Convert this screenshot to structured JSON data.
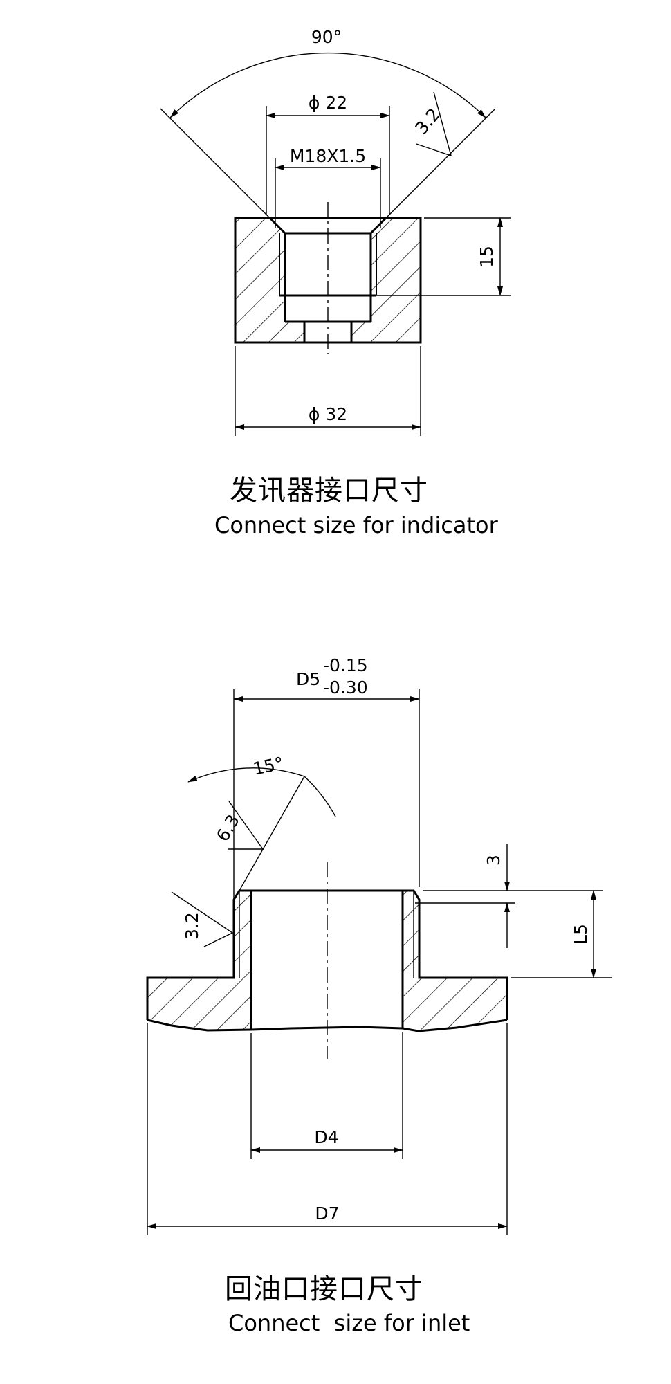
{
  "indicator": {
    "angle": "90°",
    "outer_chamfer_dia": "ϕ 22",
    "thread": "M18X1.5",
    "roughness": "3.2",
    "depth": "15",
    "outer_dia": "ϕ 32",
    "caption_cn": "发讯器接口尺寸",
    "caption_en": "Connect size for indicator"
  },
  "inlet": {
    "dia_label": "D5",
    "tol_upper": "-0.15",
    "tol_lower": "-0.30",
    "angle": "15°",
    "roughness_a": "6.3",
    "roughness_b": "3.2",
    "chamfer": "3",
    "length": "L5",
    "inner_dia": "D4",
    "outer_dia": "D7",
    "caption_cn": "回油口接口尺寸",
    "caption_en": "Connect  size for inlet"
  }
}
